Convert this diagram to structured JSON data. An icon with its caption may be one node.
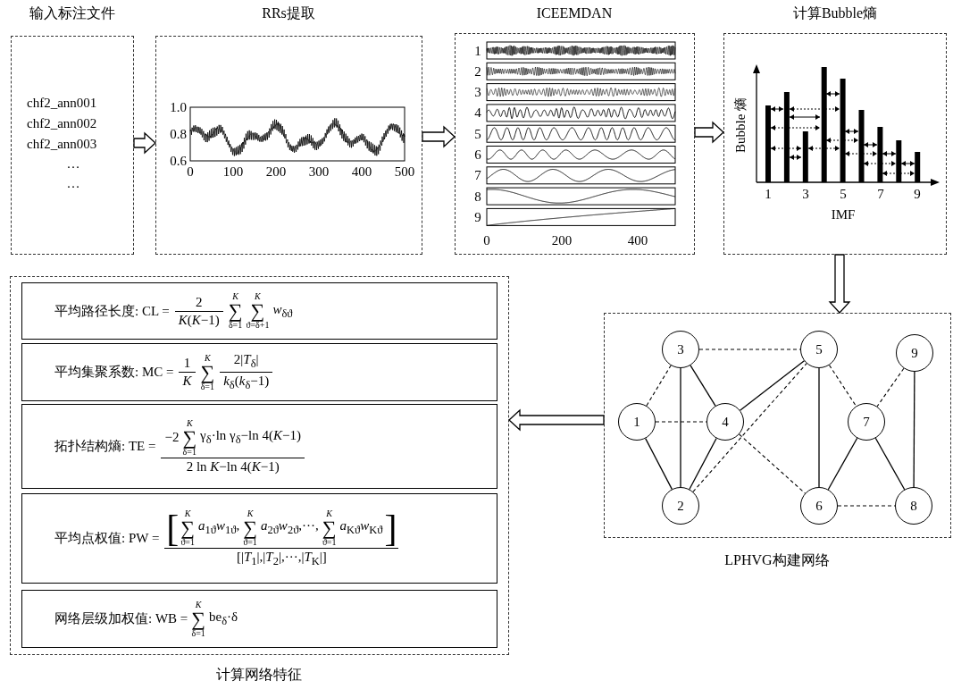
{
  "diagram": {
    "nodes": [
      {
        "text": [
          "输入标注文件",
          "chf2_ann001",
          "chf2_ann002",
          "chf2_ann003",
          "…",
          "…"
        ]
      },
      {
        "text": [
          "RRs提取",
          "1.0",
          "0.8",
          "0.6",
          "0",
          "100",
          "200",
          "300",
          "400",
          "500"
        ]
      },
      {
        "text": [
          "ICEEMDAN",
          "1",
          "2",
          "3",
          "4",
          "5",
          "6",
          "7",
          "8",
          "9",
          "0",
          "200",
          "400"
        ]
      },
      {
        "text": [
          "计算Bubble熵",
          "Bubble 熵",
          "1",
          "3",
          "5",
          "7",
          "9",
          "IMF"
        ]
      },
      {
        "text": [
          "计算网络特征"
        ]
      },
      {
        "text": [
          "平均路径长度: CL =",
          "2",
          "*K*(*K*−1)",
          "*K*",
          "∑",
          "δ=1",
          "*K*",
          "∑",
          "ϑ=δ+1",
          "*w*$_{δϑ}$"
        ],
        "in": 4
      },
      {
        "text": [
          "平均集聚系数: MC =",
          "1",
          "*K*",
          "*K*",
          "∑",
          "δ=1",
          "2|*T*$_{δ}$|",
          "*k*$_{δ}$(*k*$_{δ}$−1)"
        ],
        "in": 4
      },
      {
        "text": [
          "拓扑结构熵: TE =",
          "−2",
          "*K*",
          "∑",
          "δ=1",
          "γ$_{δ}$·ln γ$_{δ}$−ln 4(*K*−1)",
          "2 ln *K*−ln 4(*K*−1)"
        ],
        "in": 4
      },
      {
        "text": [
          "平均点权值: PW =",
          "[",
          "*K*",
          "∑",
          "ϑ=1",
          "*a*$_{1ϑ}$*w*$_{1ϑ}$,",
          "*K*",
          "∑",
          "ϑ=1",
          "*a*$_{2ϑ}$*w*$_{2ϑ}$,···,",
          "*K*",
          "∑",
          "ϑ=1",
          "*a*$_{Kϑ}$*w*$_{Kϑ}$",
          "]",
          "[|*T*$_{1}$|,|*T*$_{2}$|,···,|*T*$_{K}$|]"
        ],
        "in": 4
      },
      {
        "text": [
          "网络层级加权值: WB =",
          "*K*",
          "∑",
          "δ=1",
          "be$_{δ}$·δ"
        ],
        "in": 4
      },
      {
        "text": [
          "LPHVG构建网络"
        ]
      },
      {
        "text": [
          "1"
        ],
        "in": 10
      },
      {
        "text": [
          "2"
        ],
        "in": 10
      },
      {
        "text": [
          "3"
        ],
        "in": 10
      },
      {
        "text": [
          "4"
        ],
        "in": 10
      },
      {
        "text": [
          "5"
        ],
        "in": 10
      },
      {
        "text": [
          "6"
        ],
        "in": 10
      },
      {
        "text": [
          "7"
        ],
        "in": 10
      },
      {
        "text": [
          "8"
        ],
        "in": 10
      },
      {
        "text": [
          "9"
        ],
        "in": 10
      }
    ],
    "edges": [
      {
        "from": 0,
        "to": 1,
        "arrow": "to",
        "style": "thick"
      },
      {
        "from": 1,
        "to": 2,
        "arrow": "to",
        "style": "thick"
      },
      {
        "from": 2,
        "to": 3,
        "arrow": "to",
        "style": "thick"
      },
      {
        "from": 3,
        "to": 10,
        "arrow": "to",
        "style": "thick"
      },
      {
        "from": 10,
        "to": 4,
        "arrow": "to",
        "style": "thick"
      },
      {
        "from": 11,
        "to": 12,
        "arrow": "none"
      },
      {
        "from": 13,
        "to": 12,
        "arrow": "none"
      },
      {
        "from": 13,
        "to": 14,
        "arrow": "none"
      },
      {
        "from": 14,
        "to": 12,
        "arrow": "none"
      },
      {
        "from": 14,
        "to": 15,
        "arrow": "none"
      },
      {
        "from": 15,
        "to": 16,
        "arrow": "none"
      },
      {
        "from": 17,
        "to": 16,
        "arrow": "none"
      },
      {
        "from": 17,
        "to": 18,
        "arrow": "none"
      },
      {
        "from": 19,
        "to": 18,
        "arrow": "none"
      },
      {
        "from": 11,
        "to": 13,
        "arrow": "none",
        "style": "dashed"
      },
      {
        "from": 11,
        "to": 14,
        "arrow": "none",
        "style": "dashed"
      },
      {
        "from": 13,
        "to": 15,
        "arrow": "none",
        "style": "dashed"
      },
      {
        "from": 12,
        "to": 15,
        "arrow": "none",
        "style": "dashed"
      },
      {
        "from": 14,
        "to": 16,
        "arrow": "none",
        "style": "dashed"
      },
      {
        "from": 15,
        "to": 17,
        "arrow": "none",
        "style": "dashed"
      },
      {
        "from": 19,
        "to": 17,
        "arrow": "none",
        "style": "dashed"
      },
      {
        "from": 16,
        "to": 18,
        "arrow": "none",
        "style": "dashed"
      }
    ]
  }
}
